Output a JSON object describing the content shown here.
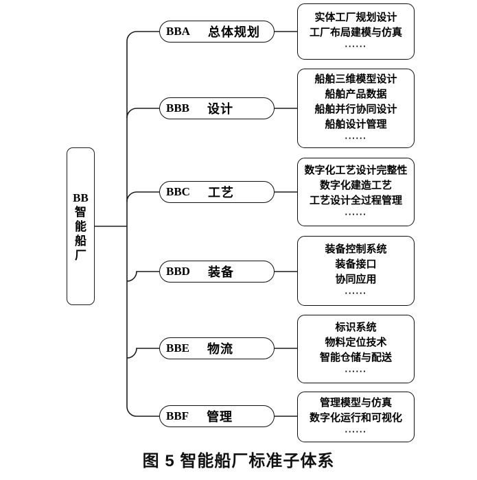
{
  "figure": {
    "caption": "图 5  智能船厂标准子体系",
    "root": {
      "label": "BB\n智\n能\n船\n厂"
    },
    "line_color": "#1a1a1a",
    "background": "#ffffff",
    "branches": [
      {
        "code": "BBA",
        "name": "总体规划",
        "items": [
          "实体工厂规划设计",
          "工厂布局建模与仿真"
        ],
        "ellipsis": "······"
      },
      {
        "code": "BBB",
        "name": "设计",
        "items": [
          "船舶三维模型设计",
          "船舶产品数据",
          "船舶并行协同设计",
          "船舶设计管理"
        ],
        "ellipsis": "······"
      },
      {
        "code": "BBC",
        "name": "工艺",
        "items": [
          "数字化工艺设计完整性",
          "数字化建造工艺",
          "工艺设计全过程管理"
        ],
        "ellipsis": "······"
      },
      {
        "code": "BBD",
        "name": "装备",
        "items": [
          "装备控制系统",
          "装备接口",
          "协同应用"
        ],
        "ellipsis": "······"
      },
      {
        "code": "BBE",
        "name": "物流",
        "items": [
          "标识系统",
          "物料定位技术",
          "智能仓储与配送"
        ],
        "ellipsis": "······"
      },
      {
        "code": "BBF",
        "name": "管理",
        "items": [
          "管理模型与仿真",
          "数字化运行和可视化"
        ],
        "ellipsis": "······"
      }
    ]
  }
}
